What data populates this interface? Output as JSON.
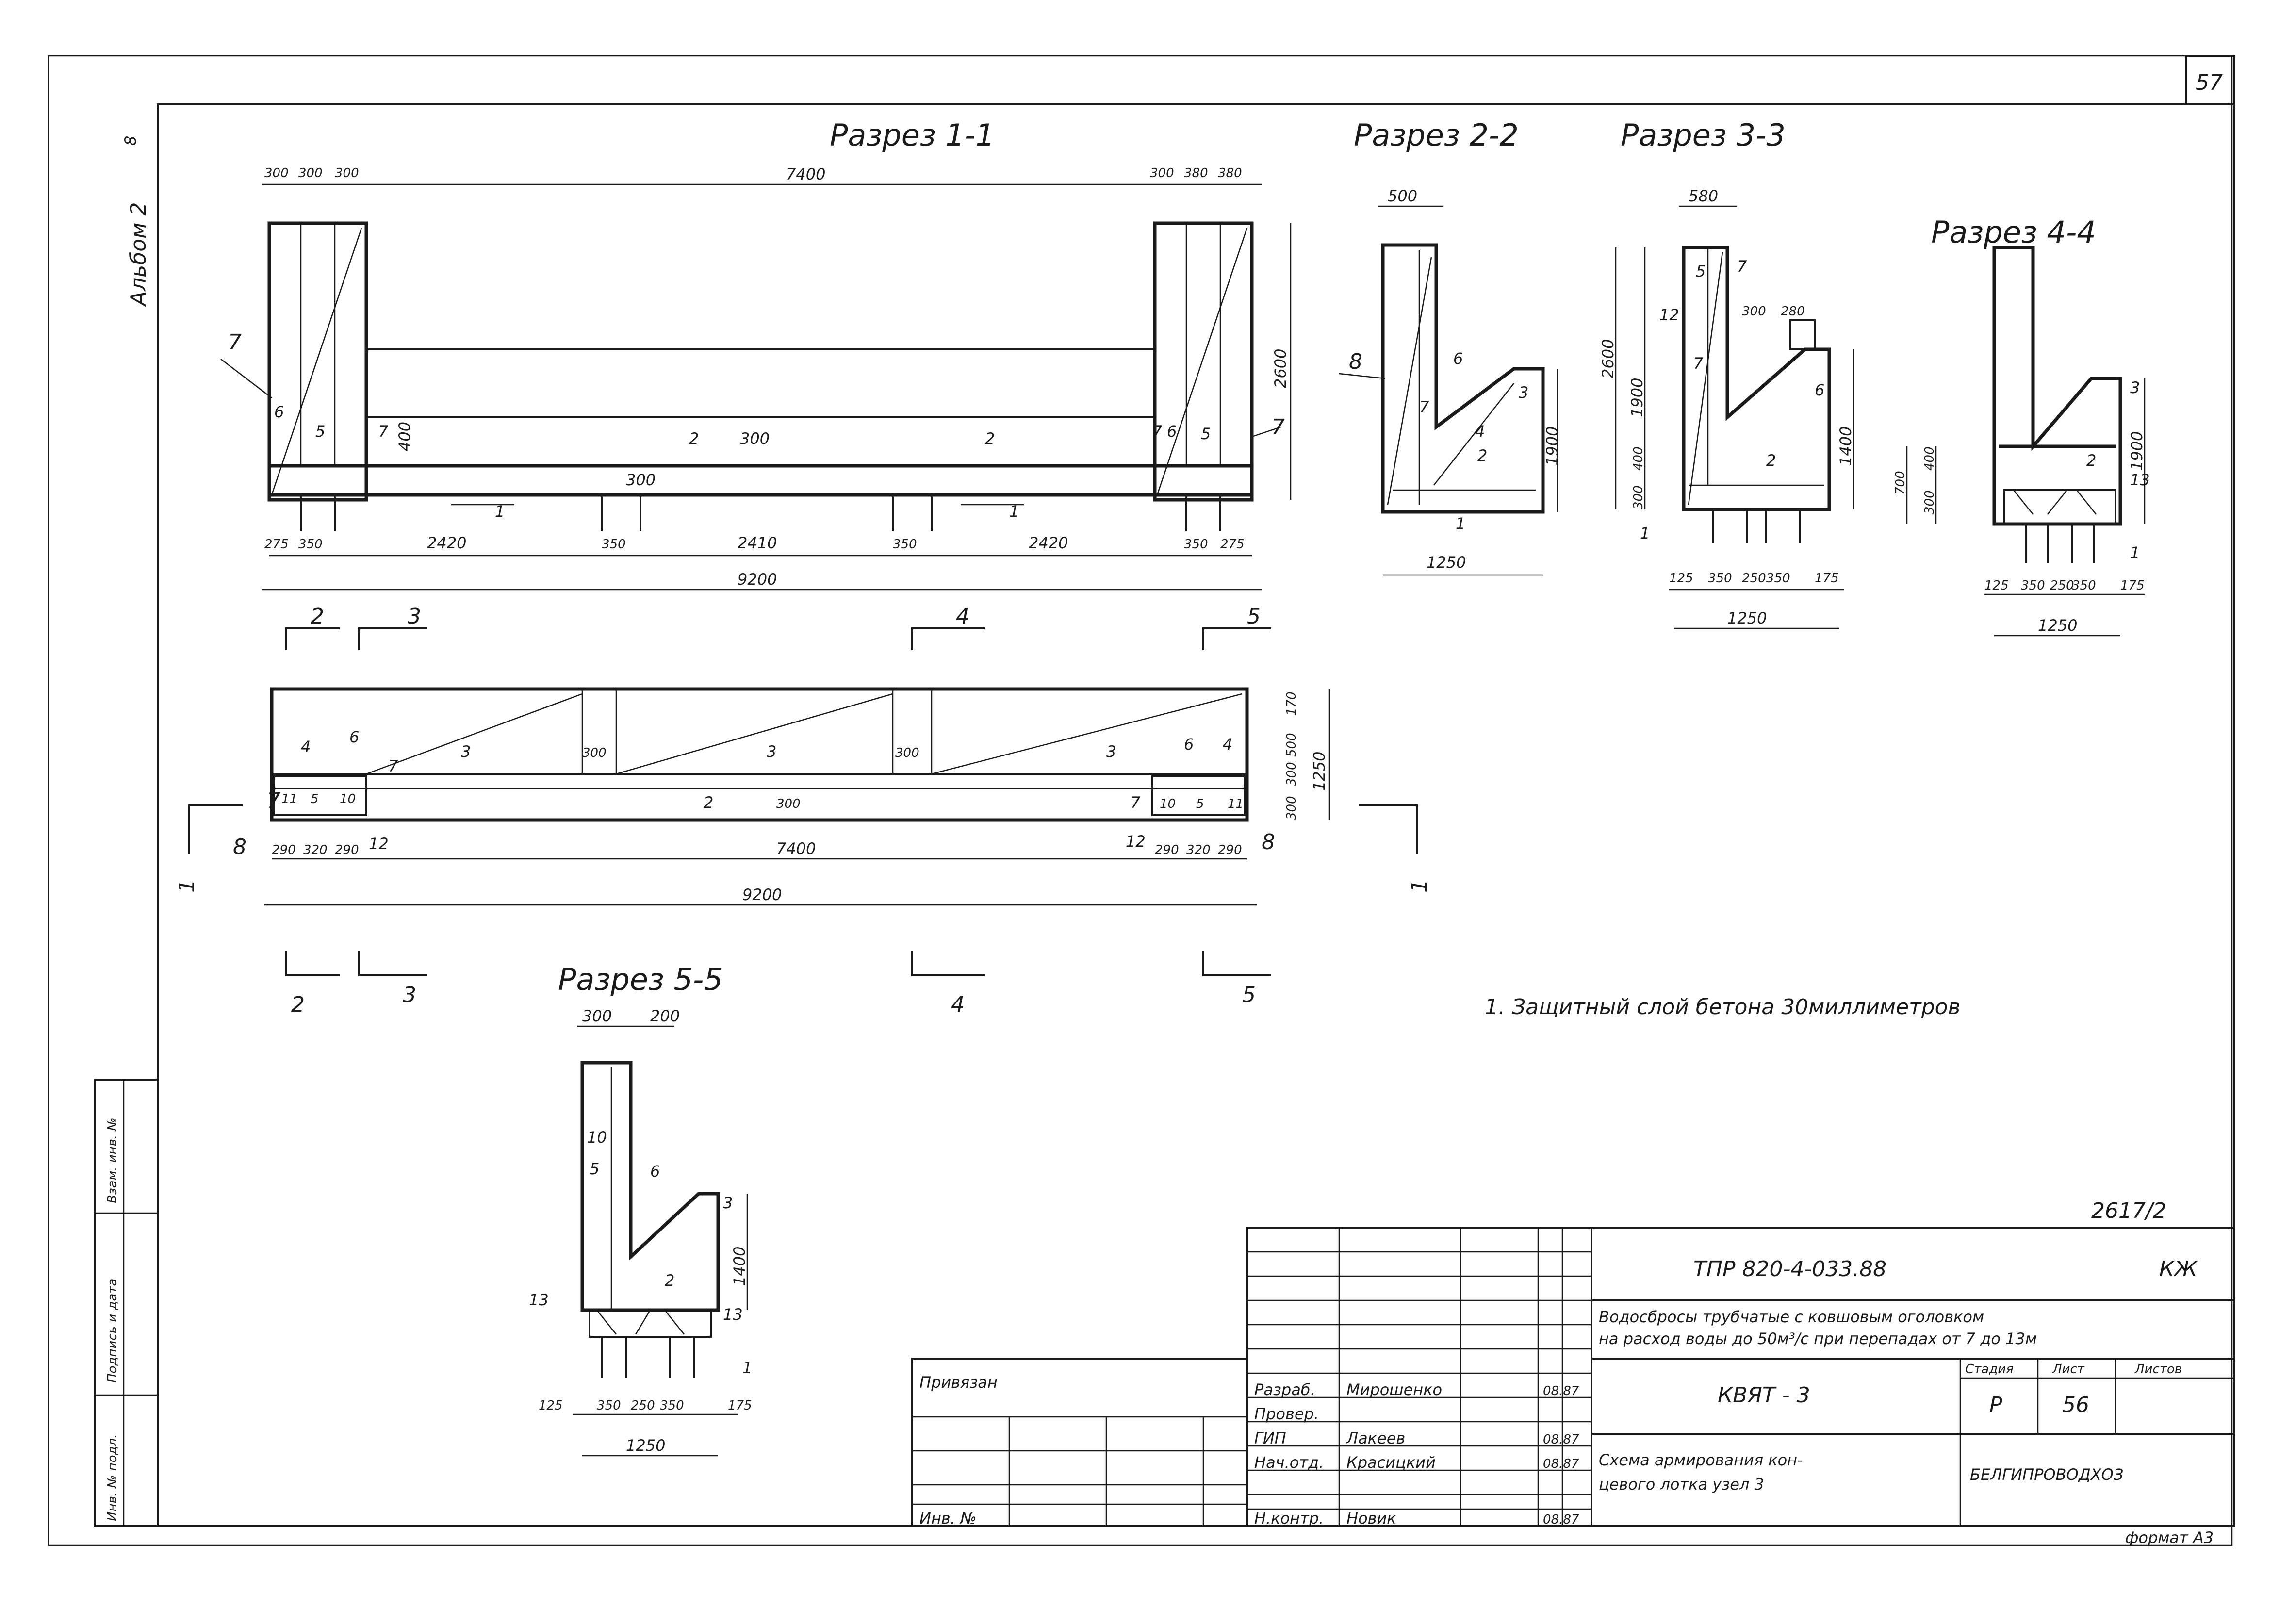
{
  "sheet_number": "57",
  "album": "Альбом 2",
  "album_number": "8",
  "note": "1. Защитный слой бетона 30миллиметров",
  "format": "формат А3",
  "doc_code": "2617/2",
  "sections": {
    "s11": "Разрез 1-1",
    "s22": "Разрез 2-2",
    "s33": "Разрез 3-3",
    "s44": "Разрез 4-4",
    "s55": "Разрез 5-5"
  },
  "section_marks": {
    "m1": "1",
    "m2": "2",
    "m3": "3",
    "m4": "4",
    "m5": "5"
  },
  "dims_s11": {
    "top_overall": "7400",
    "top_left": [
      "300",
      "300",
      "300"
    ],
    "top_right": [
      "300",
      "380",
      "380"
    ],
    "height": "2600",
    "h400": "400",
    "gap300a": "300",
    "gap300b": "300",
    "bottom": [
      "275",
      "350",
      "2420",
      "350",
      "2410",
      "350",
      "2420",
      "350",
      "275"
    ],
    "overall": "9200"
  },
  "dims_s22": {
    "top": "500",
    "height": "1900",
    "bottom": "1250"
  },
  "dims_s33": {
    "top": "580",
    "top2": [
      "300",
      "280"
    ],
    "h_total": "2600",
    "h_upper": "1900",
    "h_mid": "400",
    "h_low": "300",
    "h_right": "1400",
    "bottom": [
      "125",
      "350",
      "250",
      "350",
      "175"
    ],
    "overall": "1250"
  },
  "dims_s44": {
    "h_left": [
      "700",
      "400",
      "300"
    ],
    "h_right": "1900",
    "bottom": [
      "125",
      "350",
      "250",
      "350",
      "175"
    ],
    "overall": "1250"
  },
  "dims_s55": {
    "top": [
      "300",
      "200"
    ],
    "height": "1400",
    "bottom": [
      "125",
      "350",
      "250",
      "350",
      "175"
    ],
    "overall": "1250"
  },
  "dims_plan": {
    "w300a": "300",
    "w300b": "300",
    "w300c": "300",
    "right": [
      "170",
      "500",
      "300",
      "300"
    ],
    "total_h": "1250",
    "left_bottom": [
      "290",
      "320",
      "290"
    ],
    "right_bottom": [
      "290",
      "320",
      "290"
    ],
    "mid": "7400",
    "overall": "9200"
  },
  "callouts": {
    "c1": "1",
    "c2": "2",
    "c3": "3",
    "c4": "4",
    "c5": "5",
    "c6": "6",
    "c7": "7",
    "c8": "8",
    "c10": "10",
    "c11": "11",
    "c12": "12",
    "c13": "13"
  },
  "title_block": {
    "code": "ТПР 820-4-033.88",
    "suffix": "КЖ",
    "title_line1": "Водосбросы трубчатые с ковшовым оголовком",
    "title_line2": "на расход воды до 50м³/с при перепадах от 7 до 13м",
    "object": "КВЯТ - 3",
    "stage_hdr": "Стадия",
    "sheet_hdr": "Лист",
    "sheets_hdr": "Листов",
    "stage": "Р",
    "sheet": "56",
    "drawing_name_1": "Схема армирования кон-",
    "drawing_name_2": "цевого лотка узел 3",
    "org": "БЕЛГИПРОВОДХОЗ",
    "privyazan": "Привязан",
    "inv_no": "Инв. №",
    "roles": [
      "Разраб.",
      "Провер.",
      "ГИП",
      "Нач.отд.",
      "Н.контр."
    ],
    "names": [
      "Мирошенко",
      "",
      "Лакеев",
      "Красицкий",
      "Новик"
    ],
    "dates": [
      "08.87",
      "",
      "08.87",
      "08.87",
      "08.87"
    ]
  },
  "side_strip": {
    "inv_podl": "Инв. № подл.",
    "sign_date": "Подпись и дата",
    "vzam": "Взам. инв. №"
  }
}
